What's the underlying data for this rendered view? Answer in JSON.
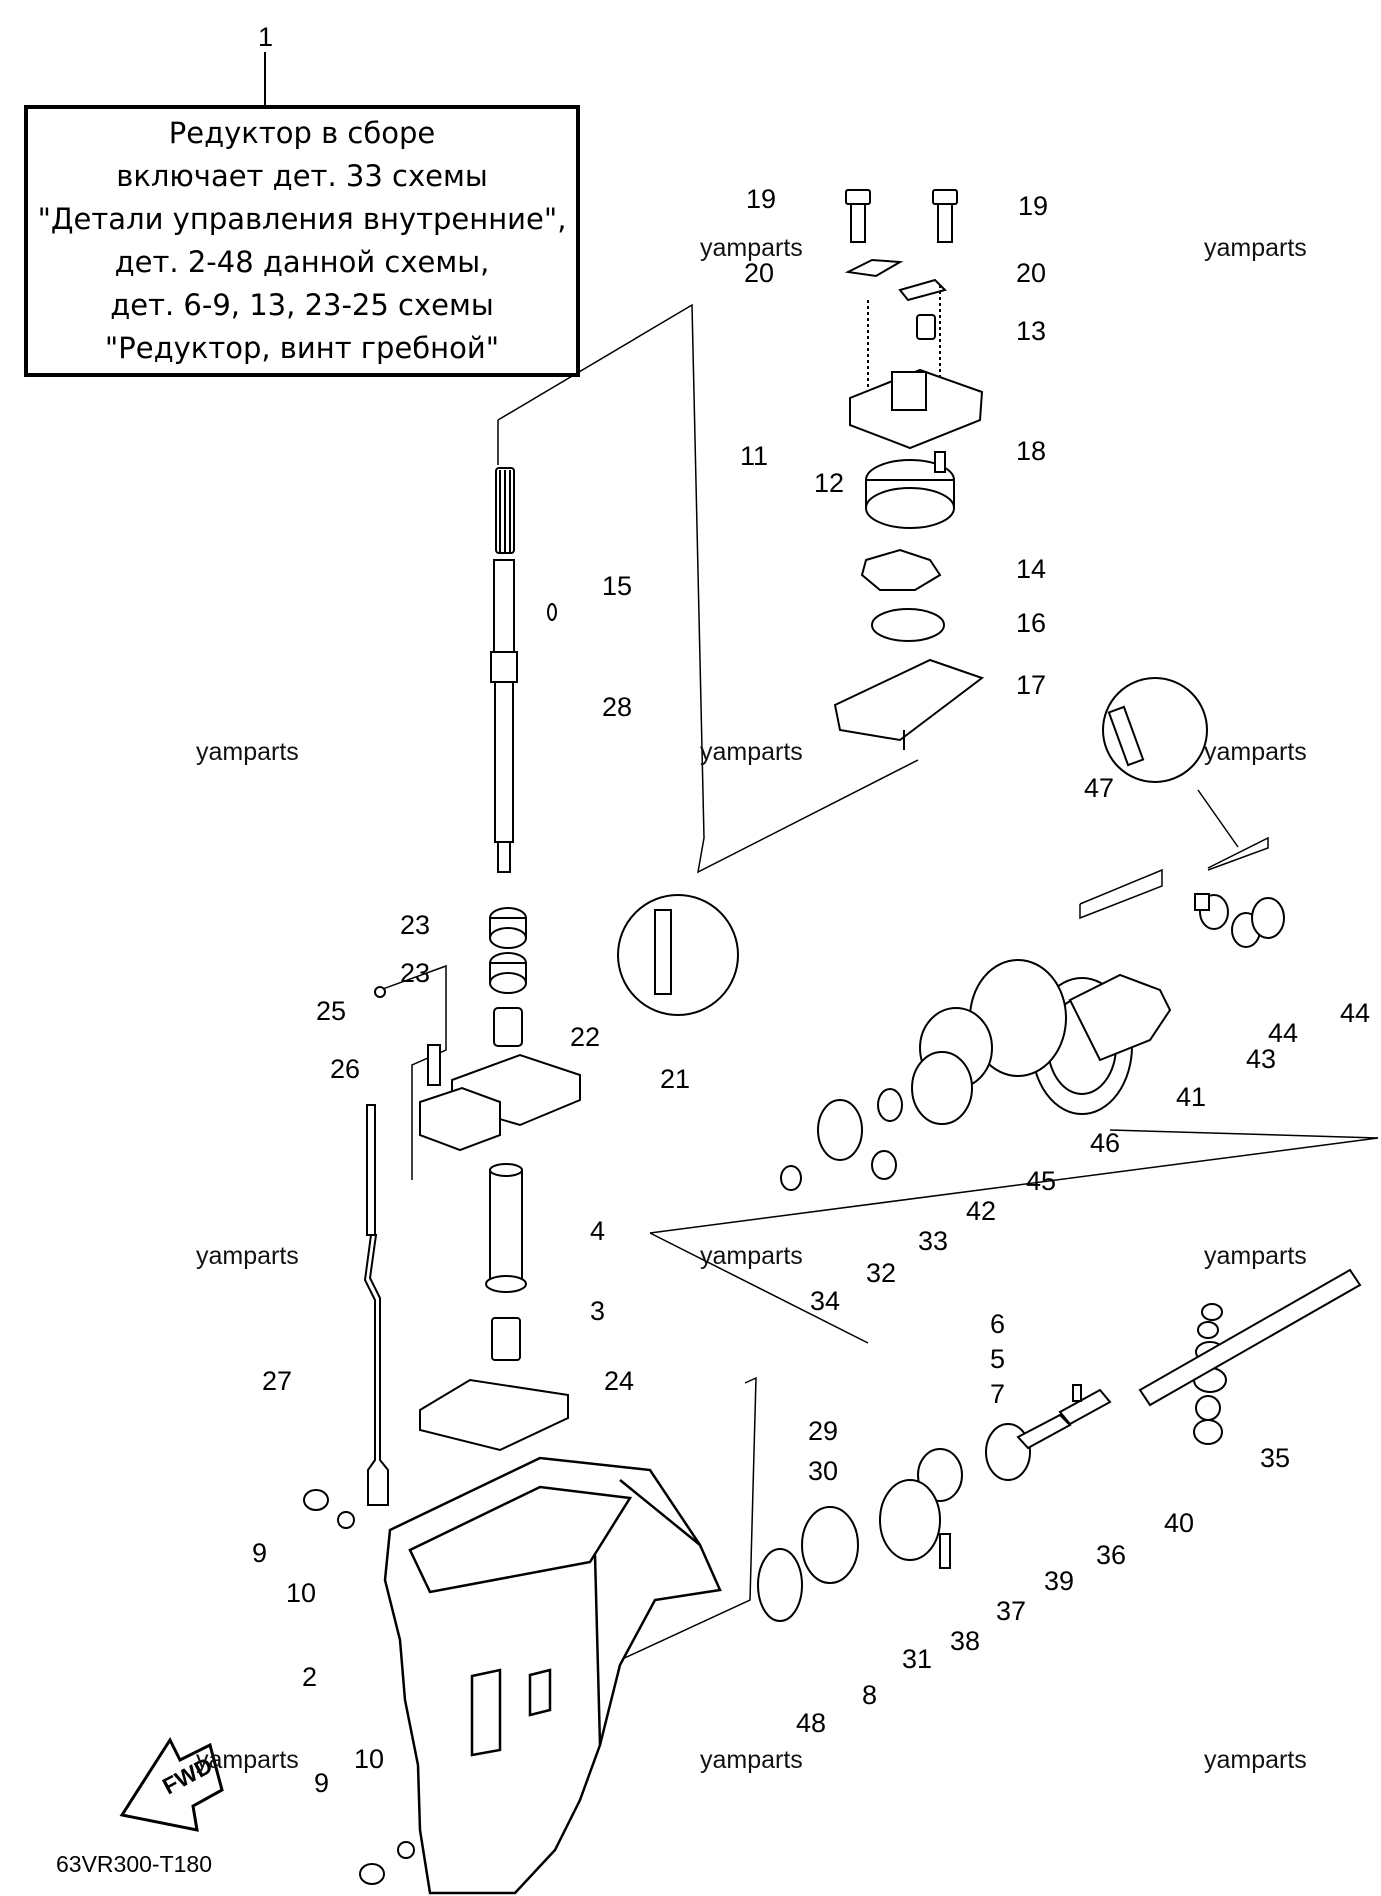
{
  "callout_top": "1",
  "note_lines": [
    "Редуктор в сборе",
    "включает дет. 33 схемы",
    "\"Детали управления внутренние\",",
    "дет. 2-48 данной схемы,",
    "дет. 6-9, 13, 23-25 схемы",
    "\"Редуктор, винт гребной\""
  ],
  "watermark": "yamparts",
  "diagram_code": "63VR300-T180",
  "fwd_label": "FWD",
  "part_labels": [
    "19",
    "19",
    "20",
    "20",
    "13",
    "11",
    "18",
    "12",
    "14",
    "16",
    "17",
    "15",
    "28",
    "47",
    "23",
    "23",
    "25",
    "22",
    "21",
    "26",
    "41",
    "43",
    "44",
    "44",
    "46",
    "45",
    "42",
    "33",
    "32",
    "34",
    "4",
    "3",
    "6",
    "5",
    "7",
    "29",
    "30",
    "24",
    "27",
    "35",
    "40",
    "36",
    "39",
    "37",
    "38",
    "31",
    "8",
    "48",
    "9",
    "10",
    "2",
    "10",
    "9"
  ]
}
